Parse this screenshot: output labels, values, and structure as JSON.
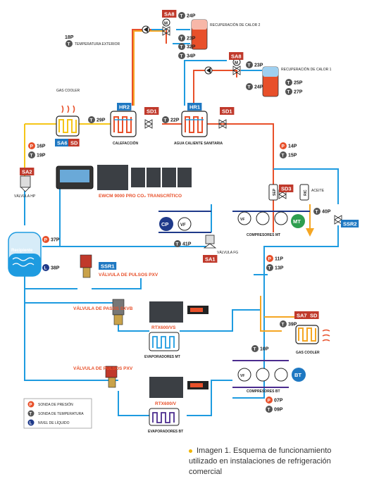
{
  "caption": "Imagen 1. Esquema de funcionamiento utilizado en instalaciones de refrigeración comercial",
  "colors": {
    "hot": "#e8502a",
    "warm": "#f5a623",
    "yellow": "#f5c518",
    "cold": "#1e9be0",
    "dark": "#222222",
    "tag": "#c0392b",
    "tagblue": "#1e78c2",
    "green": "#2e9e4f",
    "navy": "#1f3a8a",
    "purple": "#4b2c8e"
  },
  "sensors": {
    "s18": {
      "id": "18P",
      "type": "T",
      "label": "TEMPERATURA EXTERIOR"
    },
    "s24a": {
      "id": "24P",
      "type": "T"
    },
    "s23a": {
      "id": "23P",
      "type": "T"
    },
    "s32": {
      "id": "32P",
      "type": "T"
    },
    "s34": {
      "id": "34P",
      "type": "T"
    },
    "s23b": {
      "id": "23P",
      "type": "T"
    },
    "s24b": {
      "id": "24P",
      "type": "T"
    },
    "s25": {
      "id": "25P",
      "type": "T"
    },
    "s27": {
      "id": "27P",
      "type": "T"
    },
    "s29": {
      "id": "29P",
      "type": "T"
    },
    "s22": {
      "id": "22P",
      "type": "T"
    },
    "s16": {
      "id": "16P",
      "type": "P"
    },
    "s19": {
      "id": "19P",
      "type": "T"
    },
    "s14": {
      "id": "14P",
      "type": "P"
    },
    "s15": {
      "id": "15P",
      "type": "T"
    },
    "s40": {
      "id": "40P",
      "type": "T"
    },
    "s37": {
      "id": "37P",
      "type": "P"
    },
    "s38": {
      "id": "38P",
      "type": "L"
    },
    "s41": {
      "id": "41P",
      "type": "T"
    },
    "s11": {
      "id": "11P",
      "type": "P"
    },
    "s13": {
      "id": "13P",
      "type": "T"
    },
    "s39": {
      "id": "39P",
      "type": "T"
    },
    "s10": {
      "id": "10P",
      "type": "T"
    },
    "s07": {
      "id": "07P",
      "type": "P"
    },
    "s09": {
      "id": "09P",
      "type": "T"
    }
  },
  "tags": {
    "sa8a": "SA8",
    "sa8b": "SA8",
    "hr2": "HR2",
    "hr1": "HR1",
    "sd1a": "SD1",
    "sd1b": "SD1",
    "sa6": "SA6",
    "sd_gc": "SD",
    "sa2": "SA2",
    "sd3": "SD3",
    "ssr2": "SSR2",
    "sa1": "SA1",
    "ssr1": "SSR1",
    "sa7": "SA7",
    "sd_gc2": "SD"
  },
  "labels": {
    "recup2": "RECUPERACIÓN DE CALOR 2",
    "recup1": "RECUPERACIÓN DE CALOR 1",
    "gascooler": "GAS COOLER",
    "calefaccion": "CALEFACCIÓN",
    "acs": "AGUA CALIENTE SANITARIA",
    "valvula_hp": "VÁLVULA HP",
    "controller": "EWCM 9000 PRO CO₂ TRANSCRÍTICO",
    "sep": "SEP",
    "ric": "RIC",
    "aceite": "ACEITE",
    "cp": "CP",
    "vf": "VF",
    "mt": "MT",
    "compresores_mt": "COMPRESORES MT",
    "recipiente": "Recipiente",
    "valvula_fg": "VÁLVULA FG",
    "valvula_pxv1": "VÁLVULA DE PULSOS PXV",
    "valvula_sxvb": "VÁLVULA DE PASOS SXVB",
    "rtx600vs": "RTX600/VS",
    "evap_mt": "EVAPORADORES MT",
    "gascooler2": "GAS COOLER",
    "vf2": "VF",
    "bt": "BT",
    "compresores_bt": "COMPRESORES BT",
    "valvula_pxv2": "VÁLVULA DE PULSOS PXV",
    "rtx600v": "RTX600/V",
    "evap_bt": "EVAPORADORES BT"
  },
  "legend": [
    {
      "symbol": "P",
      "text": "SONDA DE PRESIÓN"
    },
    {
      "symbol": "T",
      "text": "SONDA DE TEMPERATURA"
    },
    {
      "symbol": "L",
      "text": "NIVEL DE LÍQUIDO"
    }
  ]
}
